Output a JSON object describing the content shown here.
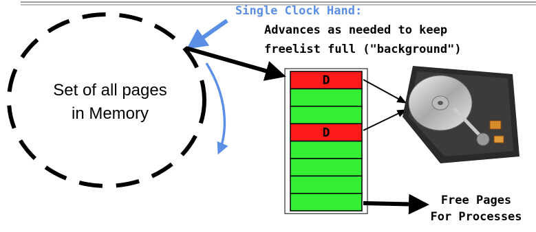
{
  "clock_hand": {
    "title": "Single Clock Hand:",
    "description_line1": "Advances as needed to keep",
    "description_line2": "freelist full (\"background\")",
    "color": "#5b8fe6"
  },
  "memory": {
    "label_line1": "Set of all pages",
    "label_line2": "in Memory"
  },
  "freelist": {
    "slots": [
      {
        "state": "dirty",
        "mark": "D"
      },
      {
        "state": "free",
        "mark": ""
      },
      {
        "state": "free",
        "mark": ""
      },
      {
        "state": "dirty",
        "mark": "D"
      },
      {
        "state": "free",
        "mark": ""
      },
      {
        "state": "free",
        "mark": ""
      },
      {
        "state": "free",
        "mark": ""
      },
      {
        "state": "free",
        "mark": ""
      }
    ],
    "colors": {
      "dirty": "#ff1a1a",
      "free": "#33ee33"
    }
  },
  "output": {
    "label_line1": "Free Pages",
    "label_line2": "For Processes"
  },
  "disk": {
    "icon": "hard-disk-icon"
  }
}
